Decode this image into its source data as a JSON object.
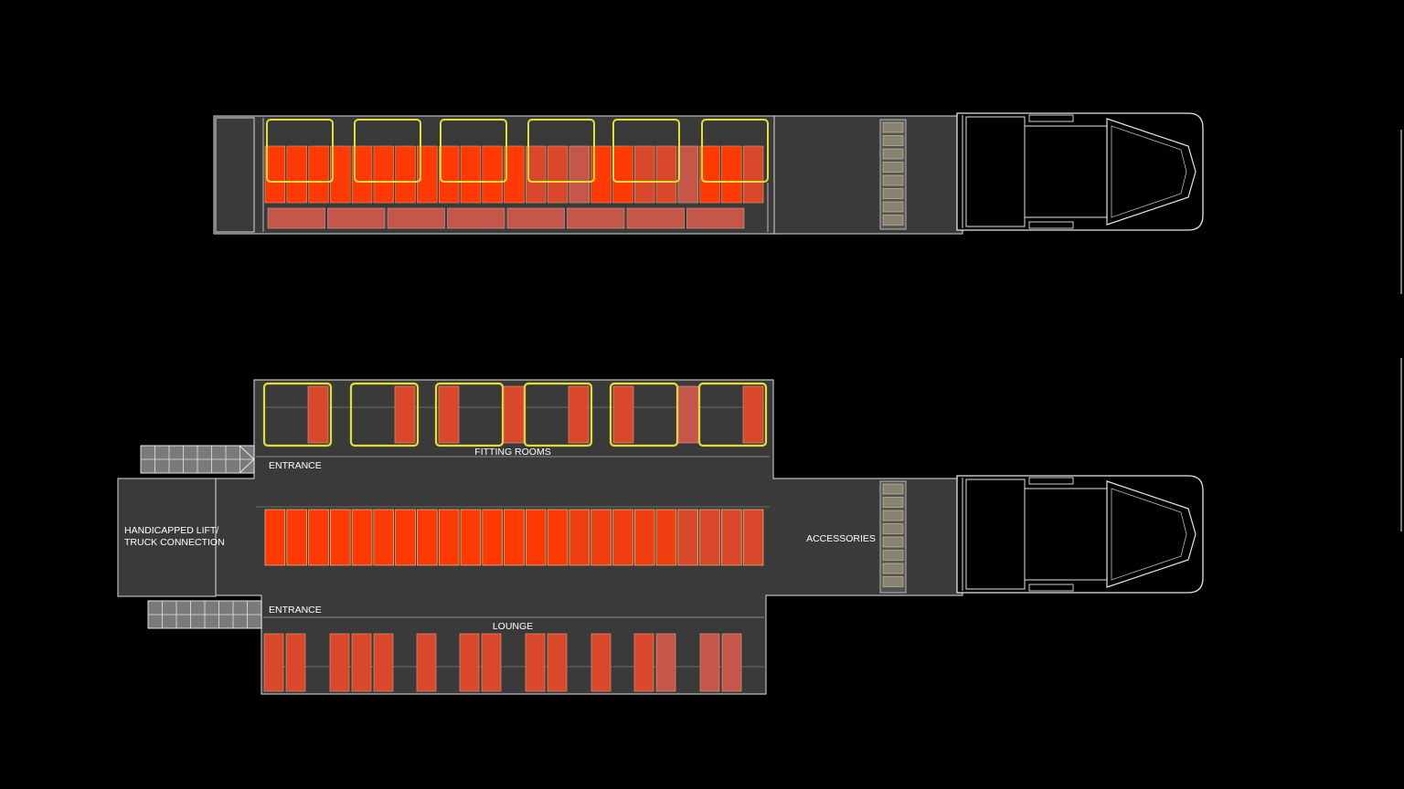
{
  "labels": {
    "fitting_rooms": "FITTING ROOMS",
    "entrance_top": "ENTRANCE",
    "entrance_bottom": "ENTRANCE",
    "lounge": "LOUNGE",
    "accessories": "ACCESSORIES",
    "lift_line1": "HANDICAPPED LIFT/",
    "lift_line2": "TRUCK CONNECTION"
  },
  "colors": {
    "background": "#000000",
    "floor": "#3a3a3a",
    "wall_line": "#bdbdbd",
    "rack_bright": "#ff3a05",
    "rack_mid": "#d9482a",
    "rack_muted": "#c4574a",
    "fitting_room_outline": "#e3e032",
    "truck_line": "#e6e6e6"
  }
}
